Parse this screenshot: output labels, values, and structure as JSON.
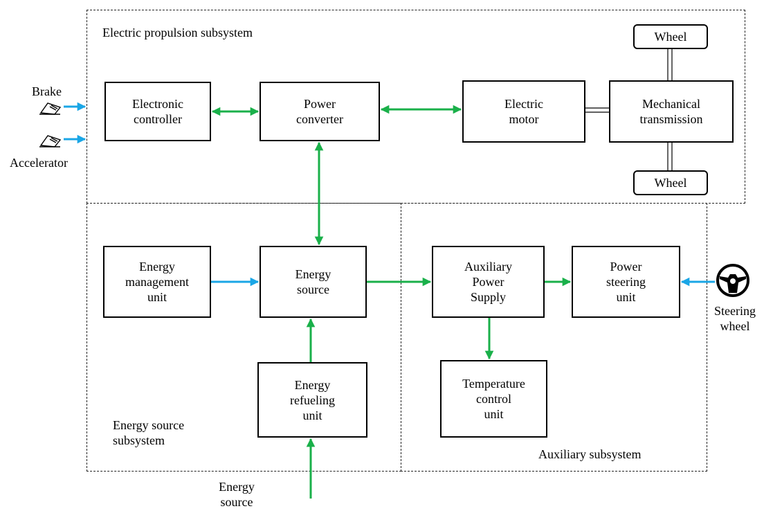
{
  "subsystems": {
    "propulsion": "Electric propulsion subsystem",
    "energy": "Energy source\nsubsystem",
    "auxiliary": "Auxiliary subsystem"
  },
  "inputs": {
    "brake": "Brake",
    "accelerator": "Accelerator",
    "steering_wheel": "Steering\nwheel",
    "energy_source": "Energy\nsource"
  },
  "blocks": {
    "electronic_controller": "Electronic\ncontroller",
    "power_converter": "Power\nconverter",
    "electric_motor": "Electric\nmotor",
    "mechanical_transmission": "Mechanical\ntransmission",
    "wheel_top": "Wheel",
    "wheel_bottom": "Wheel",
    "energy_management_unit": "Energy\nmanagement\nunit",
    "energy_source": "Energy\nsource",
    "energy_refueling_unit": "Energy\nrefueling\nunit",
    "auxiliary_power_supply": "Auxiliary\nPower\nSupply",
    "power_steering_unit": "Power\nsteering\nunit",
    "temperature_control_unit": "Temperature\ncontrol\nunit"
  },
  "colors": {
    "power_flow": "#1ab04a",
    "control_signal": "#1aa6e6",
    "border": "#000000"
  },
  "icons": [
    "pedal-icon",
    "steering-wheel-icon"
  ]
}
